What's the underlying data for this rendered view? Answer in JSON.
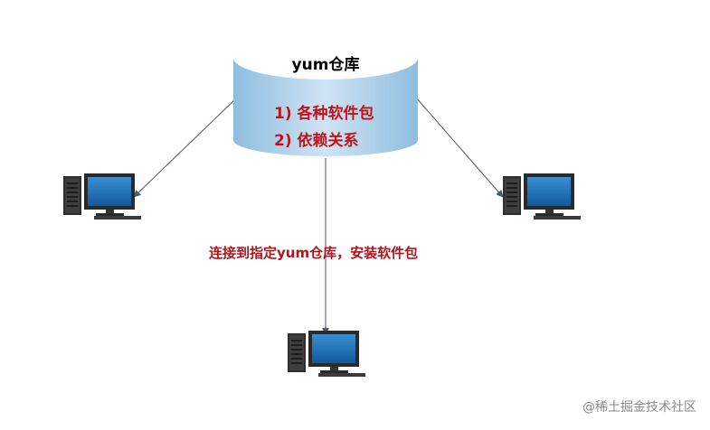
{
  "repository": {
    "title": "yum仓库",
    "items": [
      "1) 各种软件包",
      "2)  依赖关系"
    ]
  },
  "connection_label": "连接到指定yum仓库，安装软件包",
  "watermark": "@稀土掘金技术社区",
  "colors": {
    "item_text": "#c0141c",
    "caption_text": "#b0141c",
    "cylinder_top": "#ffffff",
    "cylinder_body": "#a9cde8",
    "arrow": "#4a5a66"
  }
}
